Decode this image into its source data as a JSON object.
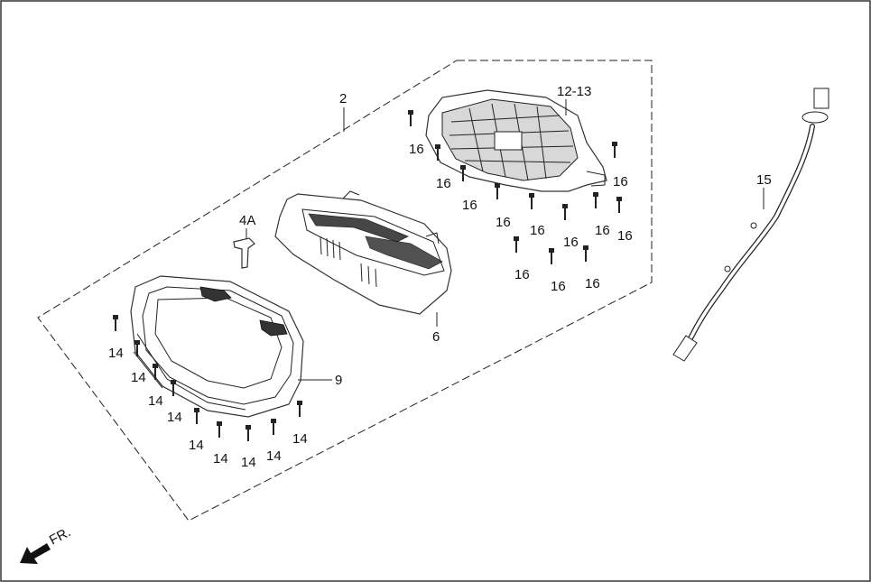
{
  "diagram": {
    "part_labels": {
      "assembly": "2",
      "rear_cover": "12-13",
      "connector": "4A",
      "lcd_panel": "6",
      "front_cover": "9",
      "sensor_cable": "15"
    },
    "screw_labels": {
      "front_cover_screw": "14",
      "rear_cover_screw": "16"
    },
    "direction": {
      "text": "FR.",
      "icon": "front-direction-arrow-icon"
    },
    "colors": {
      "line": "#222222",
      "background": "#ffffff"
    }
  }
}
